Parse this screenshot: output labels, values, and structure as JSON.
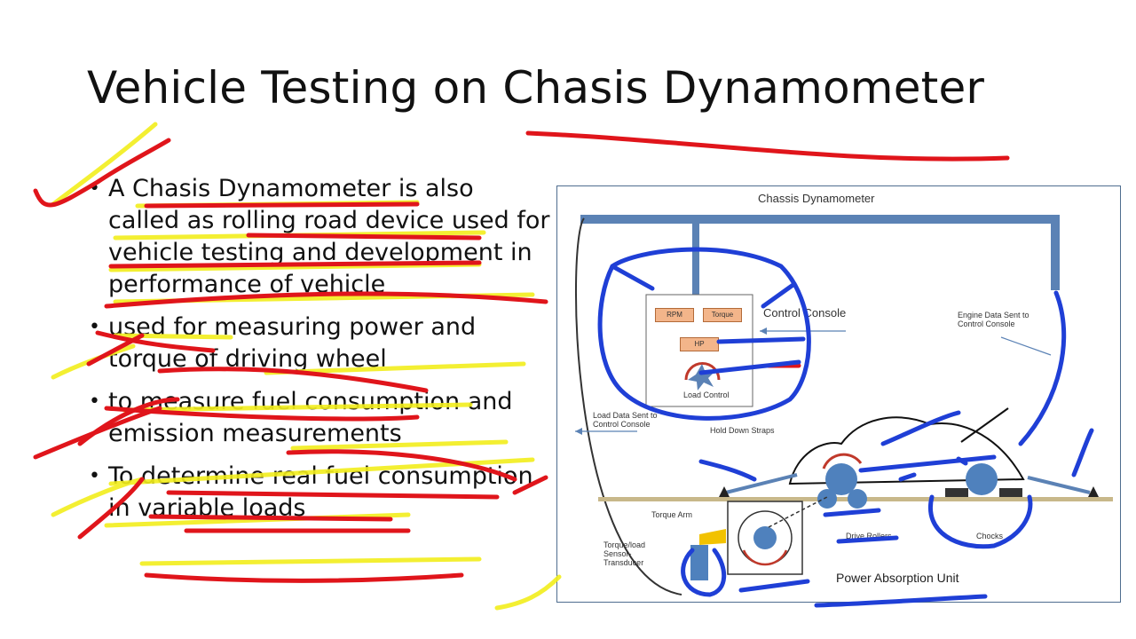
{
  "slide": {
    "title": "Vehicle Testing on Chasis Dynamometer",
    "bullets": [
      "A Chasis Dynamometer is also called as rolling road device used for vehicle testing and development in performance of vehicle",
      "used for measuring power and torque of driving wheel",
      "to measure fuel consumption and emission measurements",
      "To determine real fuel consumption in variable loads"
    ],
    "bullet_marker": "•"
  },
  "diagram": {
    "title": "Chassis Dynamometer",
    "control_console_label": "Control Console",
    "rpm_label": "RPM",
    "torque_label": "Torque",
    "hp_label": "HP",
    "load_control_label": "Load Control",
    "engine_data_label": "Engine Data Sent to Control Console",
    "load_data_label": "Load Data Sent to Control Console",
    "hold_down_label": "Hold Down Straps",
    "torque_arm_label": "Torque Arm",
    "sensor_label": "Torque/load Sensor- Transducer",
    "drive_rollers_label": "Drive Rollers",
    "chocks_label": "Chocks",
    "pau_label": "Power Absorption Unit"
  },
  "colors": {
    "annotation_red": "#e0151b",
    "annotation_yellow": "#f2ee1c",
    "annotation_blue": "#1f3fd6",
    "frame_blue": "#5b82b5",
    "control_orange": "#f3b58a"
  }
}
